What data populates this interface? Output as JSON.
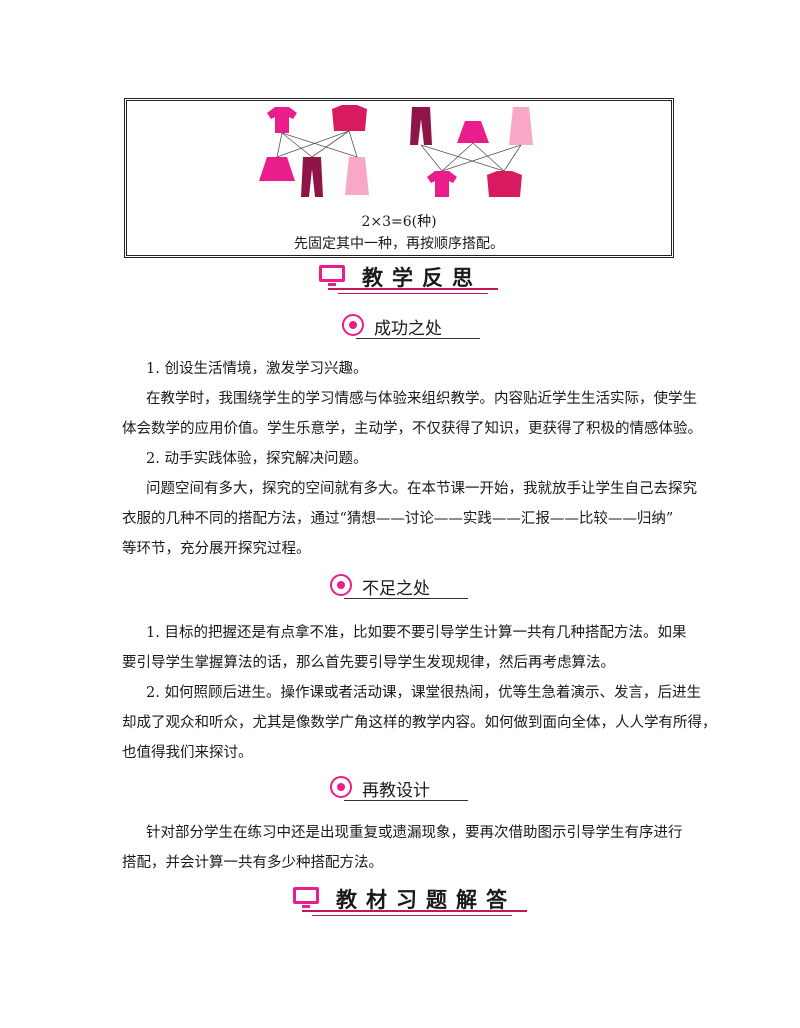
{
  "figure": {
    "formula": "2×3=6(种)",
    "note": "先固定其中一种，再按顺序搭配。"
  },
  "sections": {
    "reflection_title": "教学反思",
    "success_title": "成功之处",
    "success_lines": [
      "1. 创设生活情境，激发学习兴趣。",
      "在教学时，我围绕学生的学习情感与体验来组织教学。内容贴近学生生活实际，使学生",
      "体会数学的应用价值。学生乐意学，主动学，不仅获得了知识，更获得了积极的情感体验。",
      "2. 动手实践体验，探究解决问题。",
      "问题空间有多大，探究的空间就有多大。在本节课一开始，我就放手让学生自己去探究",
      "衣服的几种不同的搭配方法，通过“猜想——讨论——实践——汇报——比较——归纳”",
      "等环节，充分展开探究过程。"
    ],
    "shortcoming_title": "不足之处",
    "shortcoming_lines": [
      "1. 目标的把握还是有点拿不准，比如要不要引导学生计算一共有几种搭配方法。如果",
      "要引导学生掌握算法的话，那么首先要引导学生发现规律，然后再考虑算法。",
      "2. 如何照顾后进生。操作课或者活动课，课堂很热闹，优等生急着演示、发言，后进生",
      "却成了观众和听众，尤其是像数学广角这样的教学内容。如何做到面向全体，人人学有所得，",
      "也值得我们来探讨。"
    ],
    "redesign_title": "再教设计",
    "redesign_lines": [
      "针对部分学生在练习中还是出现重复或遗漏现象，要再次借助图示引导学生有序进行",
      "搭配，并会计算一共有多少种搭配方法。"
    ],
    "answers_title": "教材习题解答"
  },
  "colors": {
    "accent": "#e91e8c",
    "line": "#c2185b"
  }
}
